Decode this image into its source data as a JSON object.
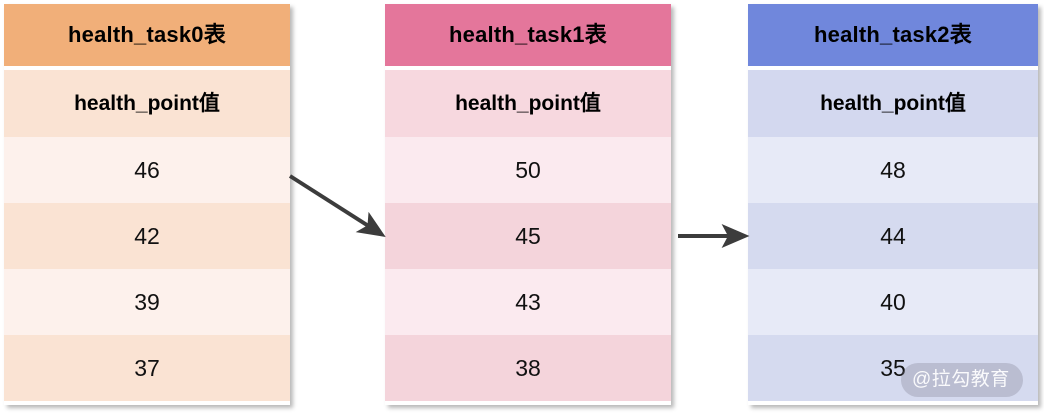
{
  "diagram": {
    "type": "table-flow",
    "background": "#ffffff",
    "tables": [
      {
        "id": "health_task0",
        "title": "health_task0表",
        "column_header": "health_point值",
        "values": [
          "46",
          "42",
          "39",
          "37"
        ],
        "header_color": "#F1AF79",
        "subheader_color": "#FAE3D3",
        "row_color_odd": "#FDF1EC",
        "row_color_even": "#FAE3D3"
      },
      {
        "id": "health_task1",
        "title": "health_task1表",
        "column_header": "health_point值",
        "values": [
          "50",
          "45",
          "43",
          "38"
        ],
        "header_color": "#E4769B",
        "subheader_color": "#F7D8DF",
        "row_color_odd": "#FBEAEF",
        "row_color_even": "#F4D4DB"
      },
      {
        "id": "health_task2",
        "title": "health_task2表",
        "column_header": "health_point值",
        "values": [
          "48",
          "44",
          "40",
          "35"
        ],
        "header_color": "#7087DC",
        "subheader_color": "#D3D8EF",
        "row_color_odd": "#E7EAF7",
        "row_color_even": "#D5DAEF"
      }
    ],
    "arrows": [
      {
        "name": "arrow-task0-to-task1",
        "from_table": "health_task0",
        "to_table": "health_task1",
        "color": "#3C3C3C",
        "style": "diagonal-down"
      },
      {
        "name": "arrow-task1-to-task2",
        "from_table": "health_task1",
        "to_table": "health_task2",
        "color": "#3C3C3C",
        "style": "horizontal"
      }
    ]
  },
  "watermark": {
    "text": "@拉勾教育"
  }
}
